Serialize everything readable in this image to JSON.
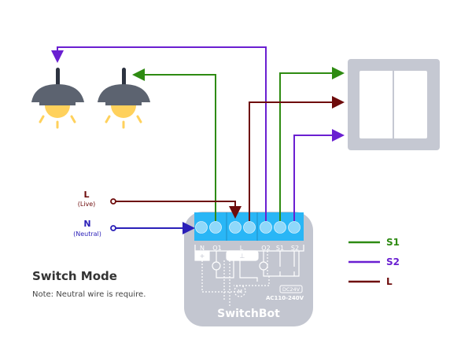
{
  "inputs": {
    "live": {
      "label": "L",
      "sublabel": "(Live)"
    },
    "neutral": {
      "label": "N",
      "sublabel": "(Neutral)"
    }
  },
  "title": "Switch Mode",
  "note": "Note: Neutral wire is require.",
  "device": {
    "brand": "SwitchBot",
    "terminals": [
      "N",
      "O1",
      "L",
      "O2",
      "S1",
      "S2"
    ],
    "dc_label": "DC24V",
    "ac_label": "AC110-240V",
    "n_sign": "+",
    "l_sign": "⊥",
    "motor_label": "M"
  },
  "legend": [
    {
      "label": "S1",
      "color": "#2e8b12"
    },
    {
      "label": "S2",
      "color": "#6a1fd1"
    },
    {
      "label": "L",
      "color": "#6e0c0c"
    }
  ],
  "colors": {
    "green": "#2e8b12",
    "purple": "#6a1fd1",
    "maroon": "#6e0c0c",
    "blue": "#2a1fb8",
    "terminal": "#29b6f6",
    "device_body": "#c3c6d0",
    "lamp_shade": "#5c6370",
    "bulb": "#ffd15c"
  }
}
